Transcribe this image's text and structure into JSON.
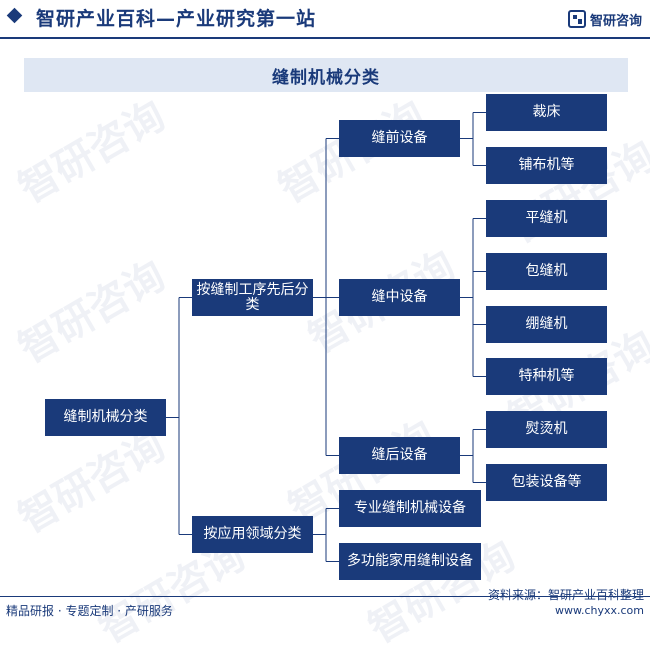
{
  "header": {
    "title": "智研产业百科—产业研究第一站",
    "brand": "智研咨询"
  },
  "banner": {
    "title": "缝制机械分类"
  },
  "watermark": {
    "text": "智研咨询"
  },
  "tree": {
    "root": "缝制机械分类",
    "by_process": {
      "label": "按缝制工序先后分类",
      "pre": {
        "label": "缝前设备",
        "items": [
          "裁床",
          "铺布机等"
        ]
      },
      "mid": {
        "label": "缝中设备",
        "items": [
          "平缝机",
          "包缝机",
          "绷缝机",
          "特种机等"
        ]
      },
      "post": {
        "label": "缝后设备",
        "items": [
          "熨烫机",
          "包装设备等"
        ]
      }
    },
    "by_application": {
      "label": "按应用领域分类",
      "items": [
        "专业缝制机械设备",
        "多功能家用缝制设备"
      ]
    }
  },
  "footer": {
    "left": "精品研报 · 专题定制 · 产研服务",
    "source": "资料来源：智研产业百科整理",
    "url": "www.chyxx.com"
  },
  "colors": {
    "primary": "#1a3a7a",
    "banner_bg": "#dfe7f3"
  }
}
